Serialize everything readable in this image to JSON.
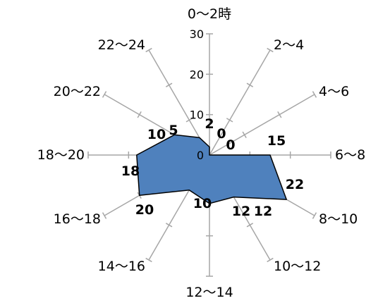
{
  "chart_data": {
    "type": "radar",
    "categories": [
      "0～2時",
      "2～4",
      "4～6",
      "6～8",
      "8～10",
      "10～12",
      "12～14",
      "14～16",
      "16～18",
      "18～20",
      "20～22",
      "22～24"
    ],
    "series": [
      {
        "values": [
          2,
          0,
          0,
          15,
          22,
          12,
          12,
          10,
          20,
          18,
          10,
          5
        ]
      }
    ],
    "rlim": [
      0,
      30
    ],
    "ticks": [
      "0",
      "10",
      "20",
      "30"
    ],
    "data_labels": [
      "2",
      "0",
      "0",
      "15",
      "22",
      "12",
      "12",
      "10",
      "20",
      "18",
      "10",
      "5"
    ],
    "colors": {
      "fill": "#4f81bd",
      "stroke": "#000000",
      "axis": "#a6a6a6"
    },
    "legend": "none",
    "grid": false
  }
}
